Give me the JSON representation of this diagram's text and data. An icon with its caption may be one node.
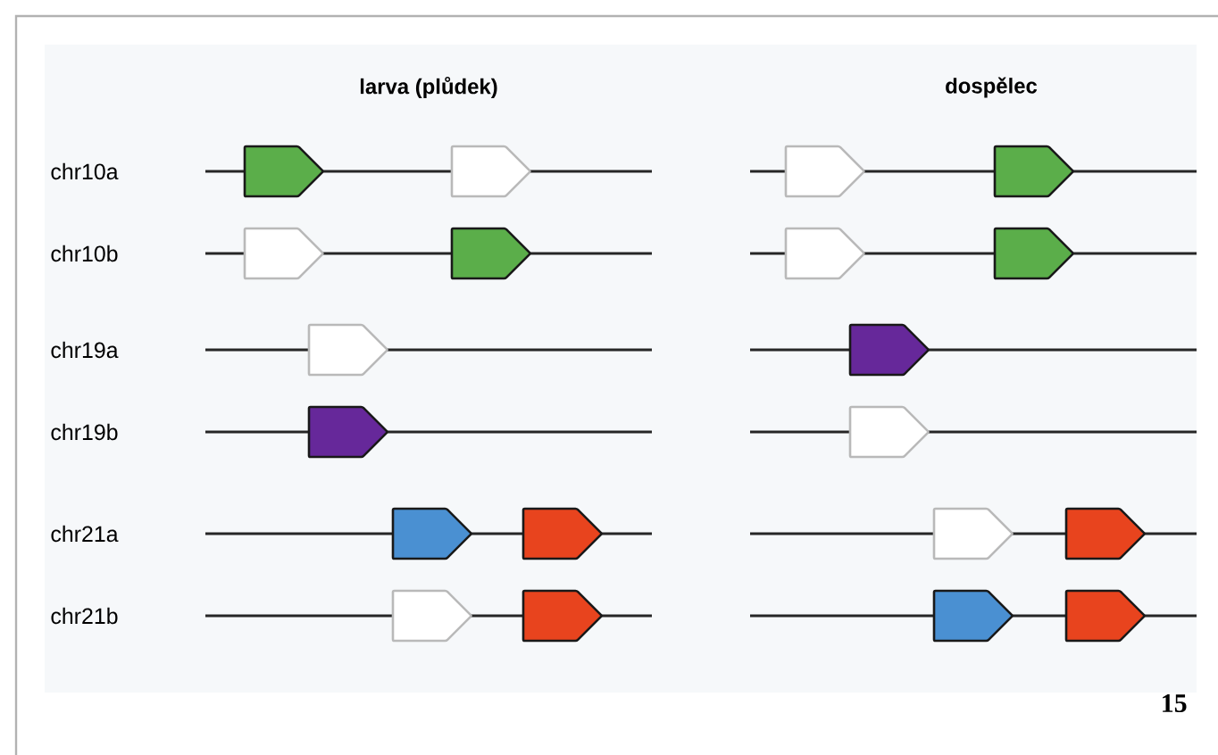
{
  "diagram": {
    "labels": [
      "larva (plůdek)",
      "dospělec",
      "chr10a",
      "chr10b",
      "chr19a",
      "chr19b",
      "chr21a",
      "chr21b",
      "15"
    ]
  }
}
